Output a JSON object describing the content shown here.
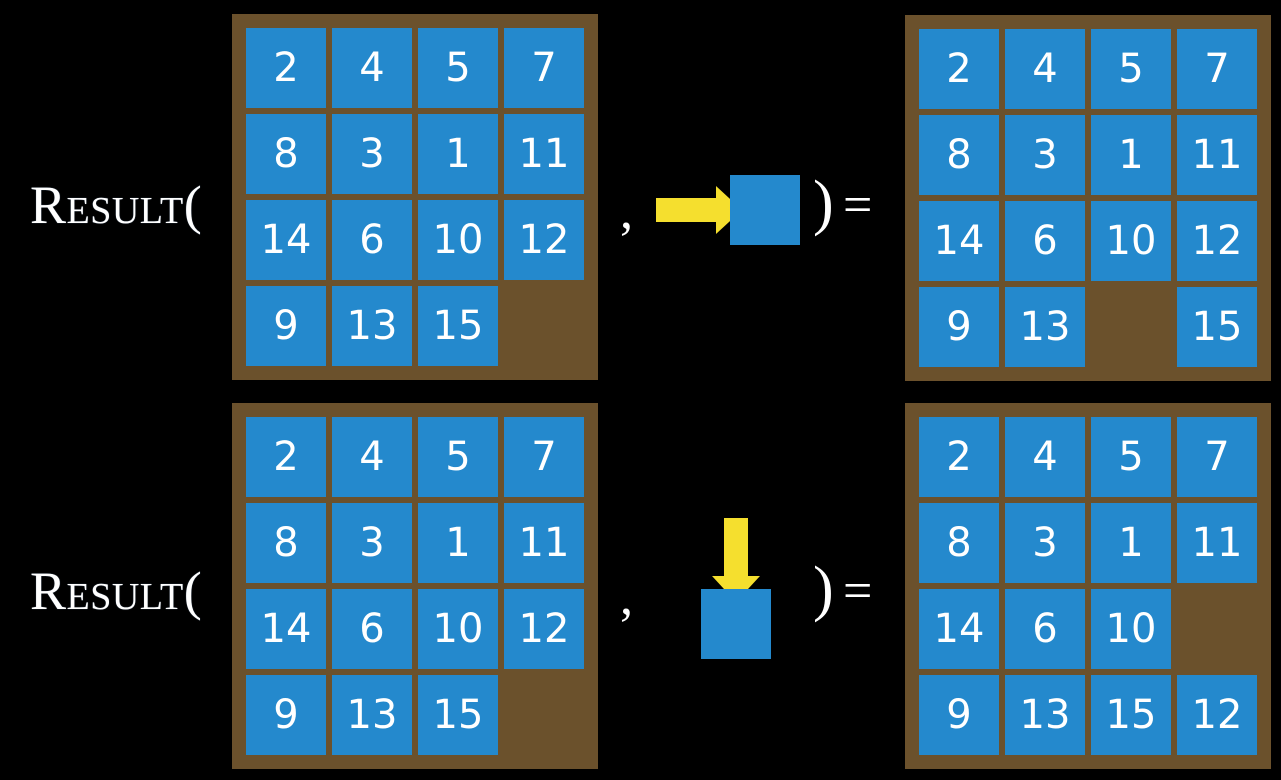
{
  "page": {
    "background_color": "#000000",
    "tile_color": "#2489cd",
    "board_color": "#6b512c",
    "arrow_color": "#f5df2e",
    "text_color": "#ffffff"
  },
  "rows": [
    {
      "id": "row-1",
      "label": "Result(",
      "comma": ",",
      "close_paren": ")",
      "equals": "=",
      "input_board": {
        "name": "input-board-row-1",
        "cells": [
          [
            "2",
            "4",
            "5",
            "7"
          ],
          [
            "8",
            "3",
            "1",
            "11"
          ],
          [
            "14",
            "6",
            "10",
            "12"
          ],
          [
            "9",
            "13",
            "15",
            ""
          ]
        ]
      },
      "operand": {
        "name": "move-right-operand",
        "direction": "right",
        "arrow_icon": "arrow-right-icon",
        "tile_label": ""
      },
      "output_board": {
        "name": "output-board-row-1",
        "cells": [
          [
            "2",
            "4",
            "5",
            "7"
          ],
          [
            "8",
            "3",
            "1",
            "11"
          ],
          [
            "14",
            "6",
            "10",
            "12"
          ],
          [
            "9",
            "13",
            "",
            "15"
          ]
        ]
      }
    },
    {
      "id": "row-2",
      "label": "Result(",
      "comma": ",",
      "close_paren": ")",
      "equals": "=",
      "input_board": {
        "name": "input-board-row-2",
        "cells": [
          [
            "2",
            "4",
            "5",
            "7"
          ],
          [
            "8",
            "3",
            "1",
            "11"
          ],
          [
            "14",
            "6",
            "10",
            "12"
          ],
          [
            "9",
            "13",
            "15",
            ""
          ]
        ]
      },
      "operand": {
        "name": "move-down-operand",
        "direction": "down",
        "arrow_icon": "arrow-down-icon",
        "tile_label": ""
      },
      "output_board": {
        "name": "output-board-row-2",
        "cells": [
          [
            "2",
            "4",
            "5",
            "7"
          ],
          [
            "8",
            "3",
            "1",
            "11"
          ],
          [
            "14",
            "6",
            "10",
            ""
          ],
          [
            "9",
            "13",
            "15",
            "12"
          ]
        ]
      }
    }
  ]
}
